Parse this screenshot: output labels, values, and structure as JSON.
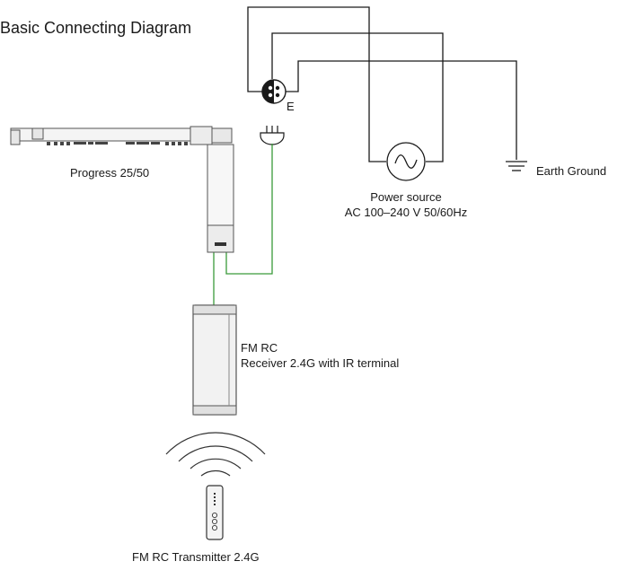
{
  "diagram": {
    "title": "Basic Connecting Diagram",
    "motor_label": "Progress 25/50",
    "outlet_earth_mark": "E",
    "power_source": {
      "line1": "Power source",
      "line2": "AC 100–240 V 50/60Hz"
    },
    "earth_ground_label": "Earth Ground",
    "receiver": {
      "line1": "FM RC",
      "line2": "Receiver 2.4G with IR terminal"
    },
    "transmitter_label": "FM RC Transmitter 2.4G"
  },
  "colors": {
    "wire_black": "#1a1a1a",
    "wire_green": "#3a9a3a",
    "device_outline": "#555555",
    "device_fill": "#f2f2f2"
  }
}
